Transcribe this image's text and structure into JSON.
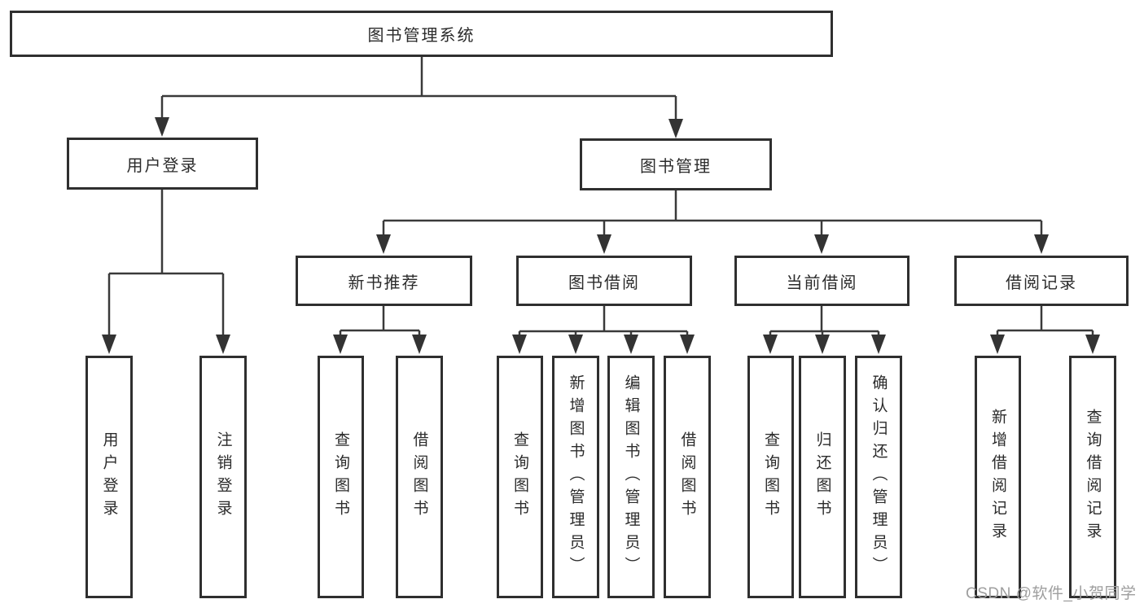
{
  "tree": {
    "root": {
      "label": "图书管理系统"
    },
    "user_login": {
      "label": "用户登录",
      "children": [
        {
          "label": "用户登录"
        },
        {
          "label": "注销登录"
        }
      ]
    },
    "book_mgmt": {
      "label": "图书管理",
      "children": [
        {
          "label": "新书推荐",
          "children": [
            {
              "label": "查询图书"
            },
            {
              "label": "借阅图书"
            }
          ]
        },
        {
          "label": "图书借阅",
          "children": [
            {
              "label": "查询图书"
            },
            {
              "label": "新增图书（管理员）"
            },
            {
              "label": "编辑图书（管理员）"
            },
            {
              "label": "借阅图书"
            }
          ]
        },
        {
          "label": "当前借阅",
          "children": [
            {
              "label": "查询图书"
            },
            {
              "label": "归还图书"
            },
            {
              "label": "确认归还（管理员）"
            }
          ]
        },
        {
          "label": "借阅记录",
          "children": [
            {
              "label": "新增借阅记录"
            },
            {
              "label": "查询借阅记录"
            }
          ]
        }
      ]
    }
  },
  "watermark": {
    "text": "CSDN @软件_小贺同学"
  },
  "colors": {
    "line": "#3a3a3a",
    "arrow": "#333333",
    "border": "#2f2f2f",
    "text": "#2b2b2b",
    "watermark_text": "#9e9e9e",
    "background": "#ffffff"
  }
}
